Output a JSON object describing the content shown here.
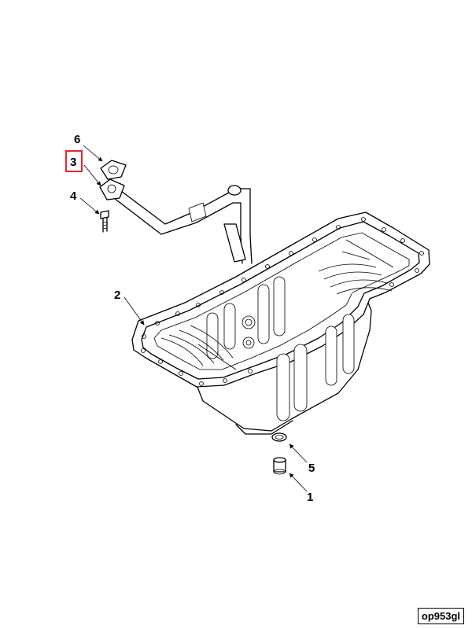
{
  "diagram": {
    "callouts": {
      "c1": "1",
      "c2": "2",
      "c3": "3",
      "c4": "4",
      "c5": "5",
      "c6": "6"
    },
    "highlight_color": "#e8262a",
    "figure_code": "op953gl"
  }
}
